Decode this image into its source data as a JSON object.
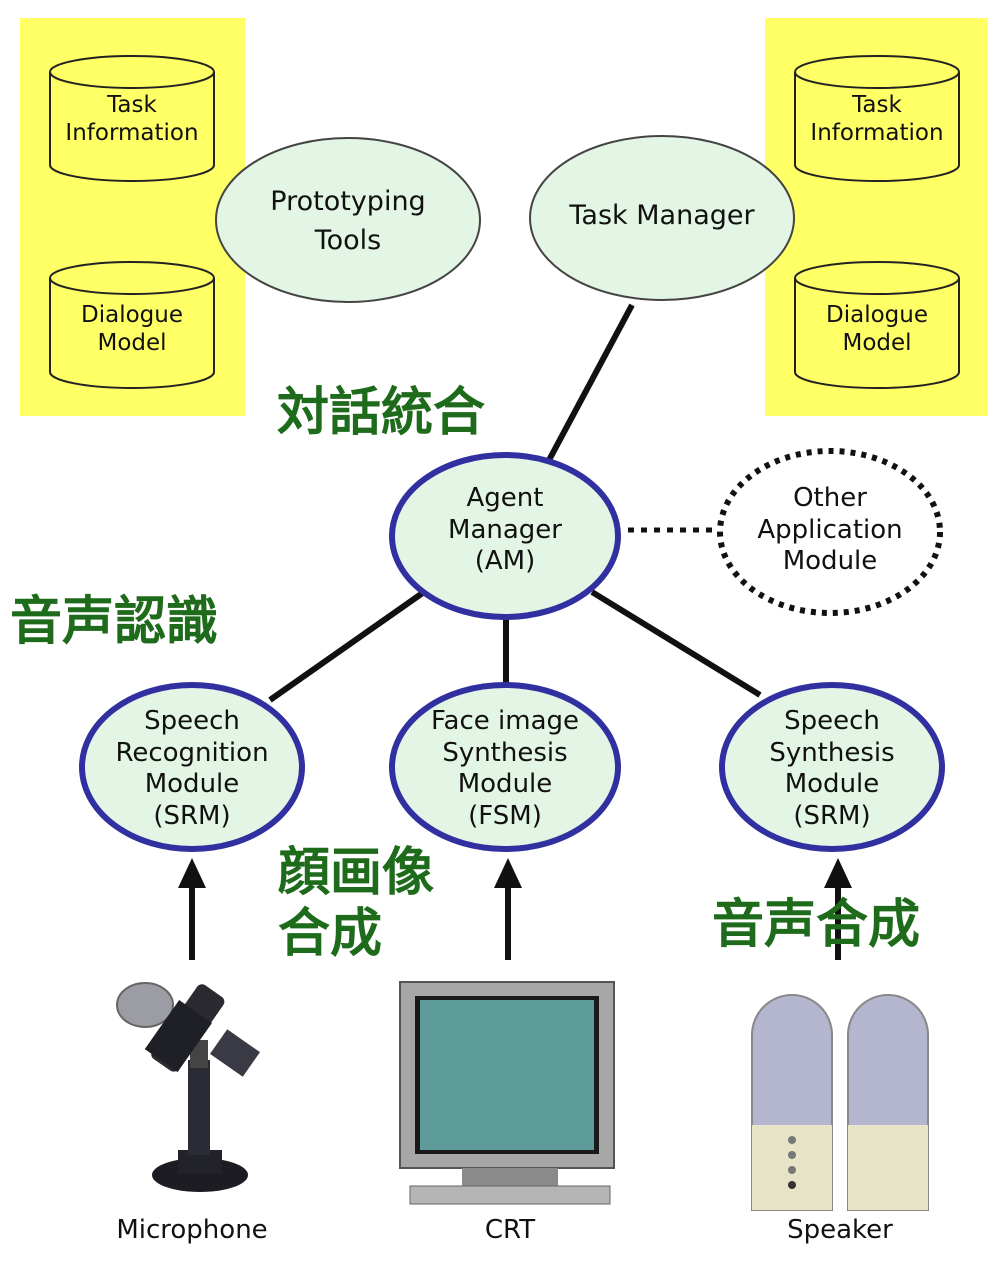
{
  "left_panel": {
    "db_task": "Task\nInformation",
    "db_dialogue": "Dialogue\nModel",
    "color": "#ffff66"
  },
  "right_panel": {
    "db_task": "Task\nInformation",
    "db_dialogue": "Dialogue\nModel",
    "color": "#ffff66"
  },
  "nodes": {
    "prototyping_tools": "Prototyping\nTools",
    "task_manager": "Task Manager",
    "agent_manager": "Agent\nManager\n(AM)",
    "other_module": "Other\nApplication\nModule",
    "speech_recognition": "Speech\nRecognition\nModule\n(SRM)",
    "face_image": "Face image\nSynthesis\nModule\n(FSM)",
    "speech_synthesis": "Speech\nSynthesis\nModule\n(SRM)"
  },
  "devices": {
    "microphone": "Microphone",
    "crt": "CRT",
    "speaker": "Speaker"
  },
  "japanese_labels": {
    "dialogue_integration": "対話統合",
    "speech_recognition": "音声認識",
    "face_image_synthesis": "顔画像\n合成",
    "speech_synthesis": "音声合成"
  },
  "colors": {
    "node_fill": "#e3f5e4",
    "module_border": "#3030a0",
    "jp_text": "#1f6b1c"
  },
  "icons": [
    "database-icon",
    "microphone-icon",
    "crt-monitor-icon",
    "speaker-icon"
  ]
}
